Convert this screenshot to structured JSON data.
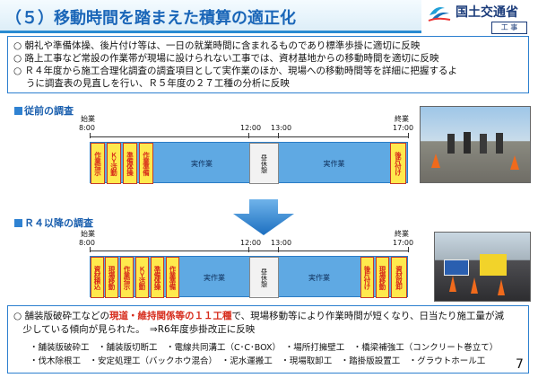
{
  "header": {
    "title": "（５）移動時間を踏まえた積算の適正化",
    "org": "国土交通省",
    "dept": "工 事"
  },
  "summary": {
    "bullets": [
      "○ 朝礼や準備体操、後片付け等は、一日の就業時間に含まれるものであり標準歩掛に適切に反映",
      "○ 路上工事など常設の作業帯が現場に設けられない工事では、資材基地からの移動時間を適切に反映",
      "○ Ｒ４年度から施工合理化調査の調査項目として実作業のほか、現場への移動時間等を詳細に把握するよ",
      "　 うに調査表の見直しを行い、Ｒ５年度の２７工種の分析に反映"
    ]
  },
  "previous": {
    "heading": "従前の調査",
    "times": {
      "start_label": "始業",
      "start": "8:00",
      "t1200": "12:00",
      "t1300": "13:00",
      "end_label": "終業",
      "end": "17:00"
    },
    "segments": [
      "作業指示",
      "ＫＹ活動",
      "準備体操",
      "作業準備",
      "実作業",
      "昼休憩",
      "実作業",
      "後片付け"
    ]
  },
  "r4": {
    "heading": "Ｒ４以降の調査",
    "times": {
      "start_label": "始業",
      "start": "8:00",
      "t1200": "12:00",
      "t1300": "13:00",
      "end_label": "終業",
      "end": "17:00"
    },
    "segments": [
      "資材積込",
      "現場移動",
      "作業指示",
      "ＫＹ活動",
      "準備体操",
      "作業準備",
      "実作業",
      "昼休憩",
      "実作業",
      "後片付け",
      "現場移動",
      "資材取卸"
    ]
  },
  "bottom": {
    "line1_a": "○ 舗装版破砕工などの",
    "line1_b": "現道・維持関係等の１１工種",
    "line1_c": "で、現場移動等により作業時間が短くなり、日当たり施工量が減",
    "line2": "　少している傾向が見られた。　⇒R6年度歩掛改正に反映",
    "row1": "・舗装版破砕工　・舗装版切断工　・電線共同溝工（C･C･BOX）　・場所打擁壁工　・橋梁補強工（コンクリート巻立て）",
    "row2": "・伐木除根工　・安定処理工（バックホウ混合）　・泥水運搬工　・現場取卸工　・踏掛版設置工　・グラウトホール工",
    "page_number": "7"
  }
}
